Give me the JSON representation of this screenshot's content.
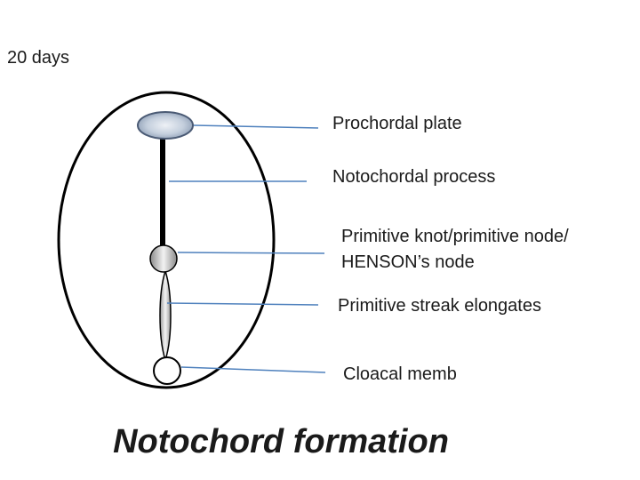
{
  "stage_label": "20 days",
  "labels": {
    "prochordal_plate": "Prochordal plate",
    "notochordal_process": "Notochordal process",
    "primitive_knot_line1": "Primitive knot/primitive node/",
    "primitive_knot_line2": "HENSON’s node",
    "primitive_streak": "Primitive streak elongates",
    "cloacal_membrane": "Cloacal memb"
  },
  "title": "Notochord formation",
  "colors": {
    "outline": "#000000",
    "leader_line": "#4f81bd",
    "plate_fill": "#c9d4e3",
    "streak_fill": "#d0d0d0"
  }
}
